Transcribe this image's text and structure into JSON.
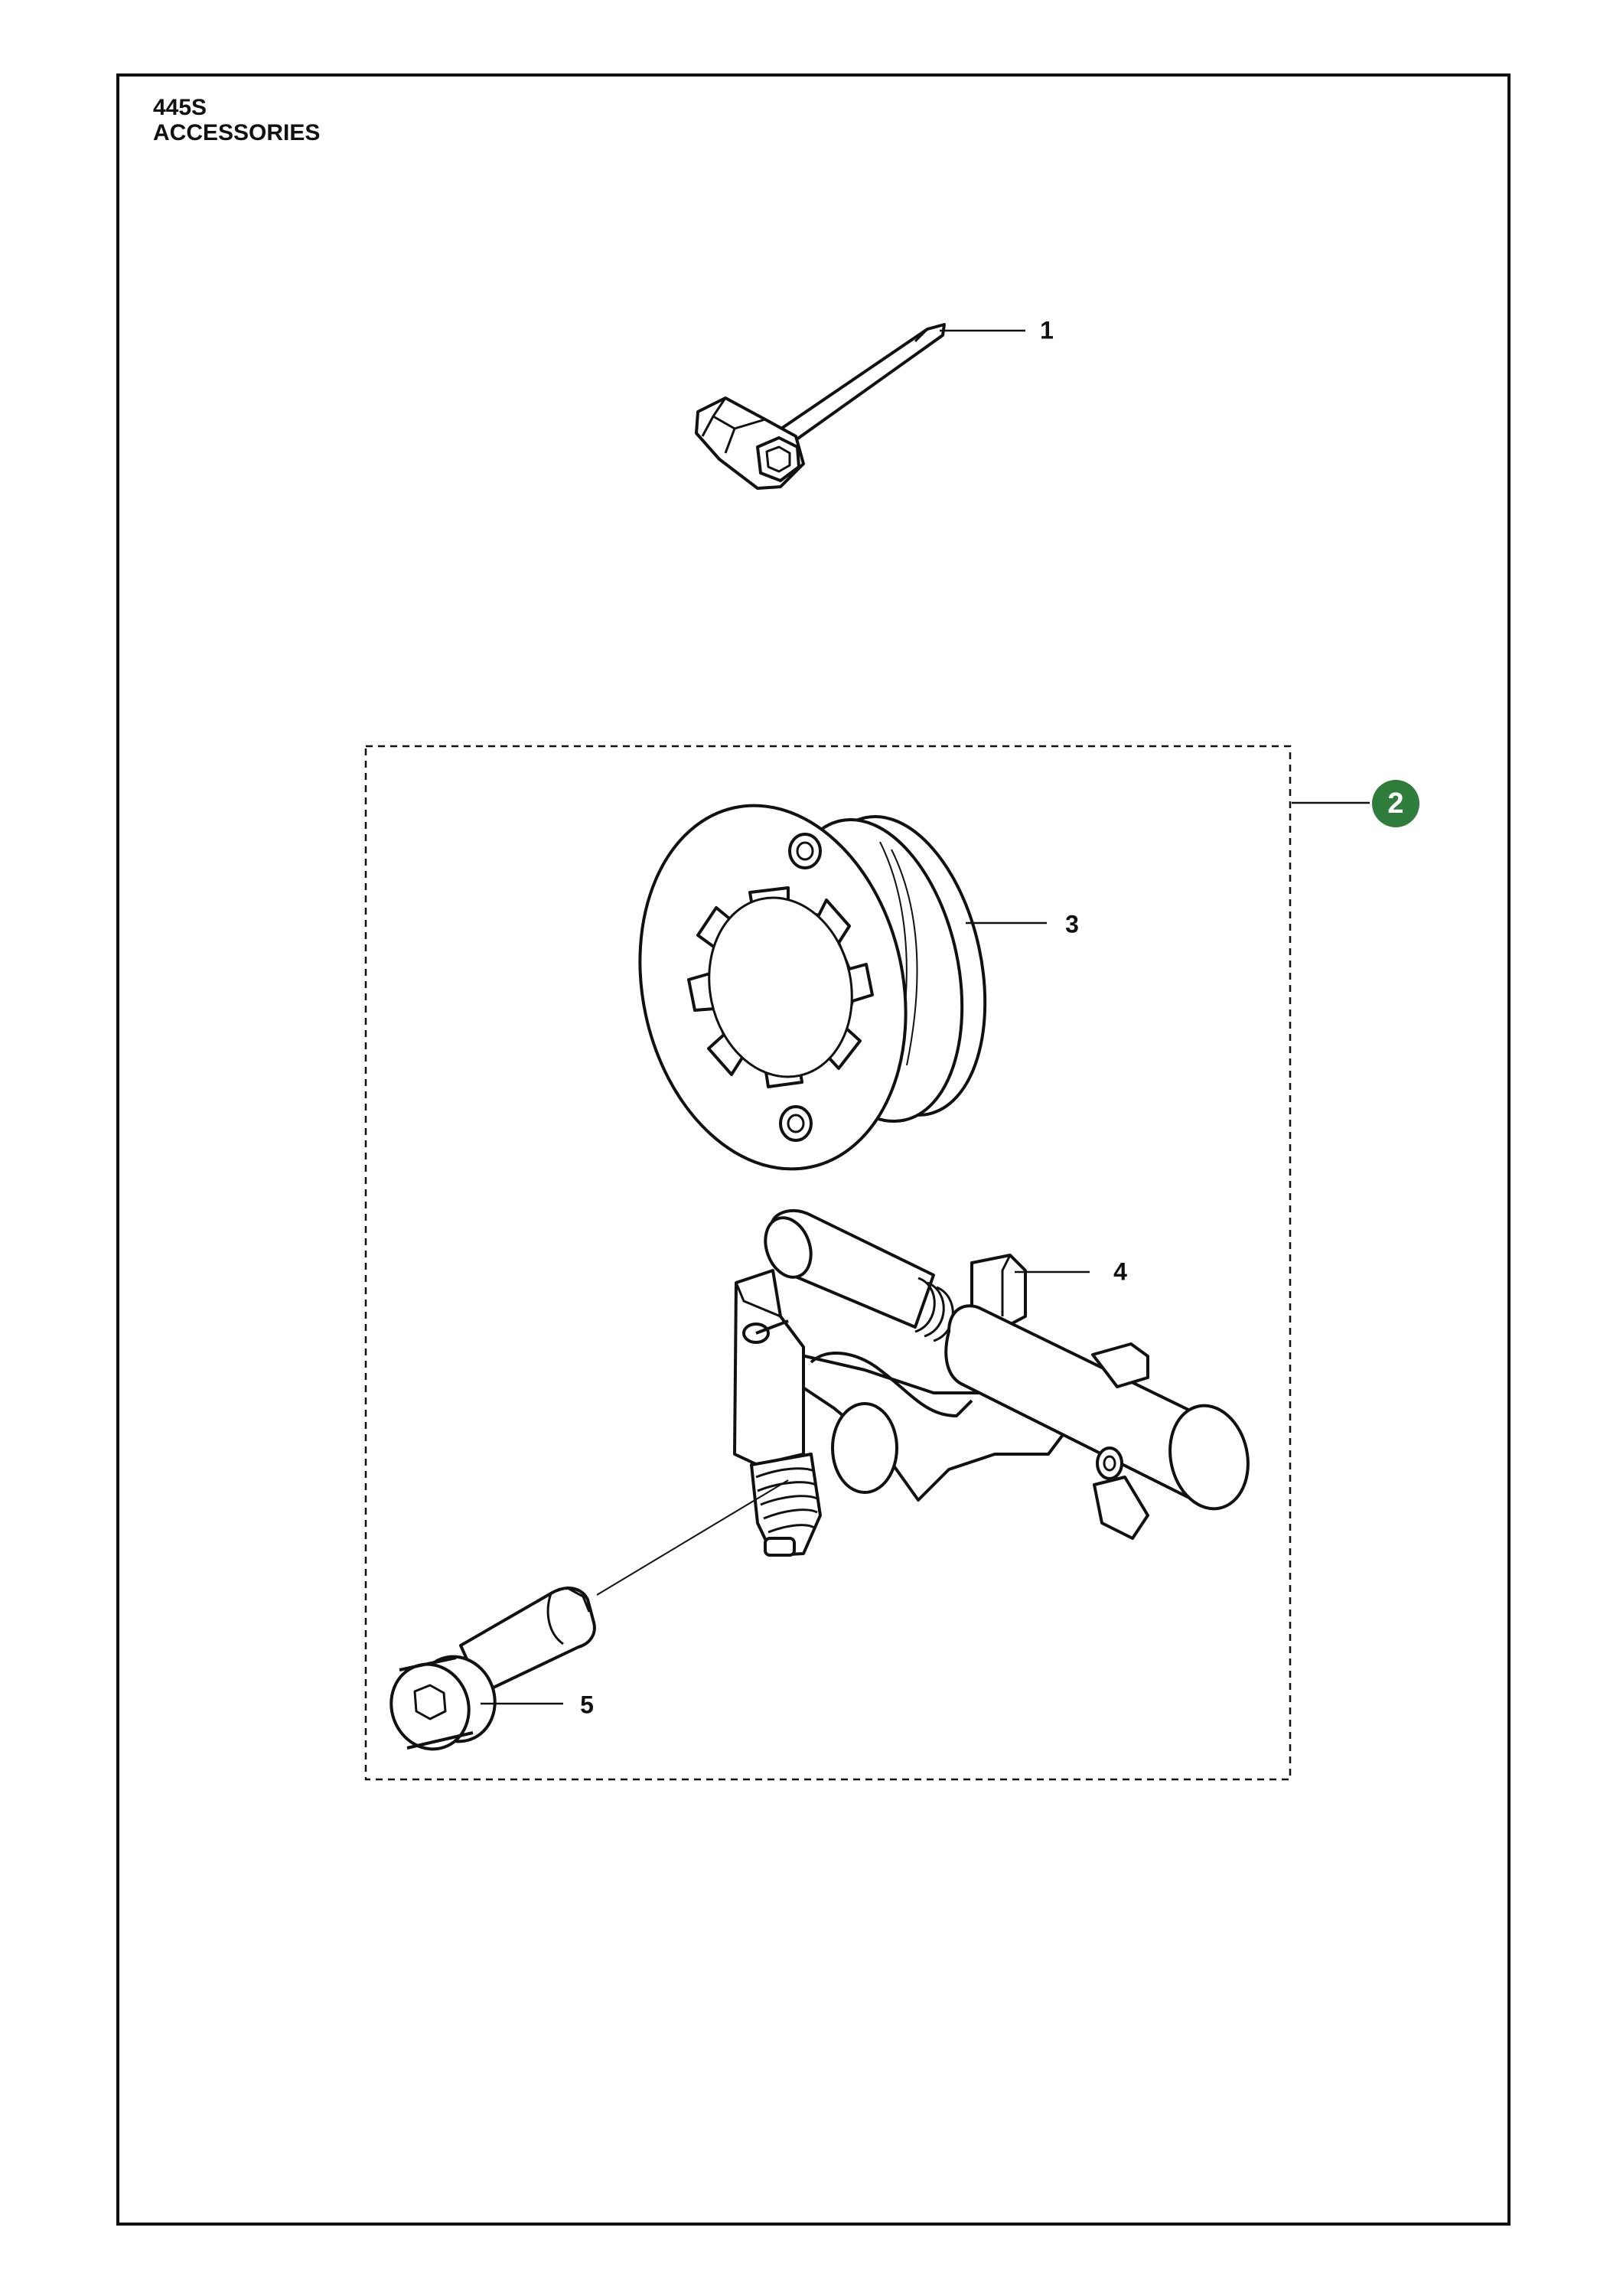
{
  "header": {
    "model": "445S",
    "section": "ACCESSORIES"
  },
  "callouts": {
    "item1": "1",
    "item2": "2",
    "item3": "3",
    "item4": "4",
    "item5": "5"
  },
  "colors": {
    "badge": "#2e7d3a",
    "line": "#111111"
  }
}
